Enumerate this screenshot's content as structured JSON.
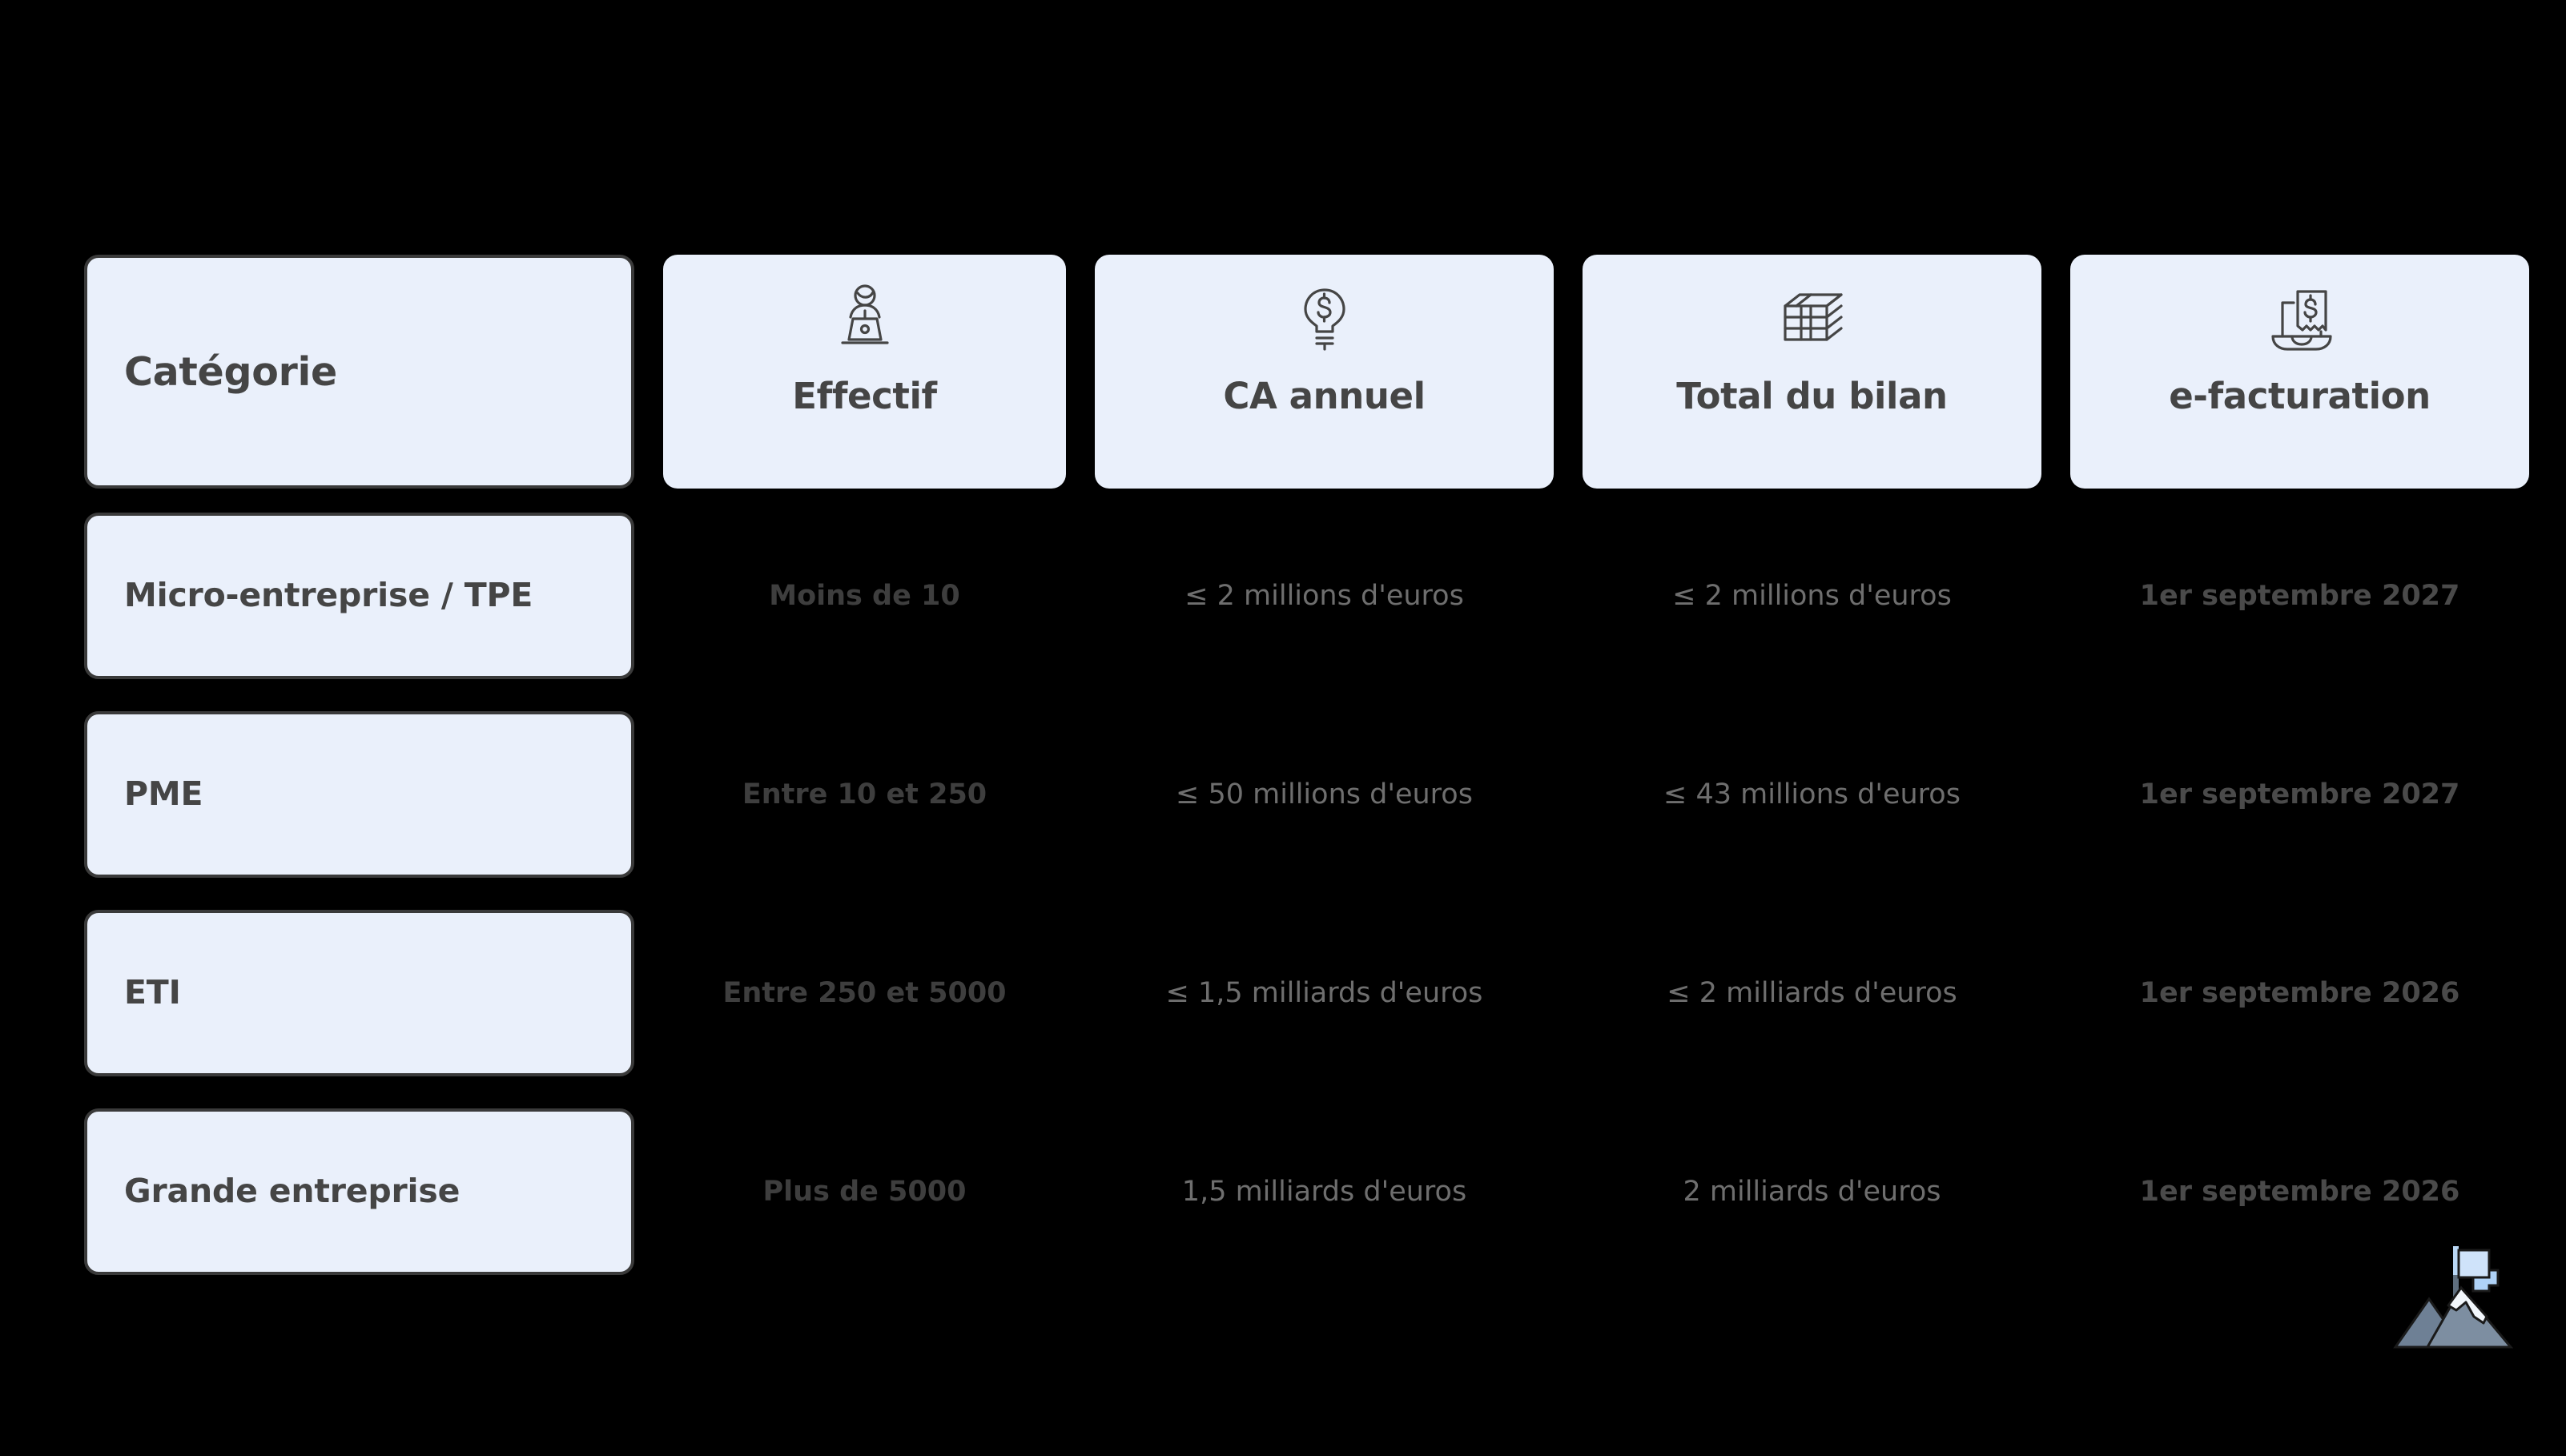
{
  "table": {
    "header": {
      "category_label": "Catégorie",
      "columns": [
        {
          "label": "Effectif",
          "icon": "person-at-laptop-icon"
        },
        {
          "label": "CA annuel",
          "icon": "lightbulb-dollar-icon"
        },
        {
          "label": "Total du bilan",
          "icon": "stacked-banknotes-icon"
        },
        {
          "label": "e-facturation",
          "icon": "invoice-laptop-icon"
        }
      ]
    },
    "rows": [
      {
        "category": "Micro-entreprise / TPE",
        "effectif": "Moins de 10",
        "ca_annuel": "≤ 2 millions d'euros",
        "total_bilan": "≤ 2 millions d'euros",
        "e_facturation": "1er septembre 2027"
      },
      {
        "category": "PME",
        "effectif": "Entre 10 et 250",
        "ca_annuel": "≤ 50 millions d'euros",
        "total_bilan": "≤ 43 millions d'euros",
        "e_facturation": "1er septembre 2027"
      },
      {
        "category": "ETI",
        "effectif": "Entre 250 et 5000",
        "ca_annuel": "≤ 1,5 milliards d'euros",
        "total_bilan": "≤ 2 milliards d'euros",
        "e_facturation": "1er septembre 2026"
      },
      {
        "category": "Grande entreprise",
        "effectif": "Plus de 5000",
        "ca_annuel": "1,5 milliards d'euros",
        "total_bilan": "2 milliards d'euros",
        "e_facturation": "1er septembre 2026"
      }
    ]
  },
  "logo": {
    "icon": "mountain-flag-logo"
  },
  "colors": {
    "background": "#000000",
    "card_fill": "#EAF0FB",
    "card_border": "#3A3A3A",
    "heading_text": "#454545",
    "cell_strong_text": "#3E3E3E",
    "cell_muted_text": "#6E6E6E",
    "logo_mountain": "#7D8EA1",
    "logo_flag": "#B9D7F5"
  }
}
